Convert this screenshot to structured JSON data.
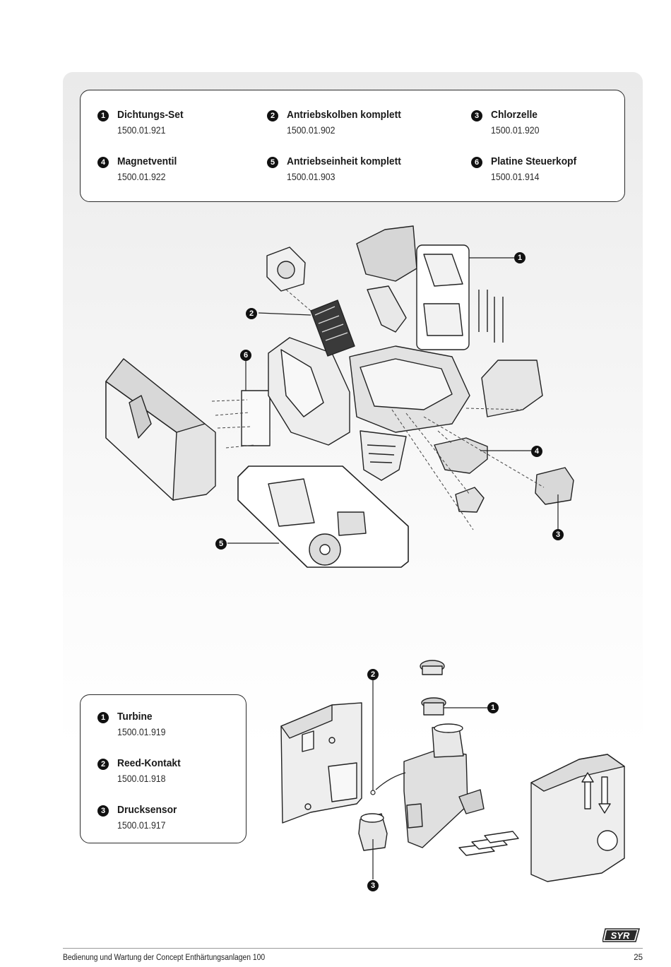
{
  "top_parts": [
    {
      "num": "1",
      "name": "Dichtungs-Set",
      "code": "1500.01.921"
    },
    {
      "num": "2",
      "name": "Antriebskolben komplett",
      "code": "1500.01.902"
    },
    {
      "num": "3",
      "name": "Chlorzelle",
      "code": "1500.01.920"
    },
    {
      "num": "4",
      "name": "Magnetventil",
      "code": "1500.01.922"
    },
    {
      "num": "5",
      "name": "Antriebseinheit komplett",
      "code": "1500.01.903"
    },
    {
      "num": "6",
      "name": "Platine Steuerkopf",
      "code": "1500.01.914"
    }
  ],
  "bottom_parts": [
    {
      "num": "1",
      "name": "Turbine",
      "code": "1500.01.919"
    },
    {
      "num": "2",
      "name": "Reed-Kontakt",
      "code": "1500.01.918"
    },
    {
      "num": "3",
      "name": "Drucksensor",
      "code": "1500.01.917"
    }
  ],
  "diagram1_callouts": [
    "1",
    "2",
    "3",
    "4",
    "5",
    "6"
  ],
  "diagram2_callouts": [
    "1",
    "2",
    "3"
  ],
  "logo_text": "SYR",
  "footer": {
    "text": "Bedienung und Wartung der Concept Enthärtungsanlagen 100",
    "page_number": "25"
  }
}
